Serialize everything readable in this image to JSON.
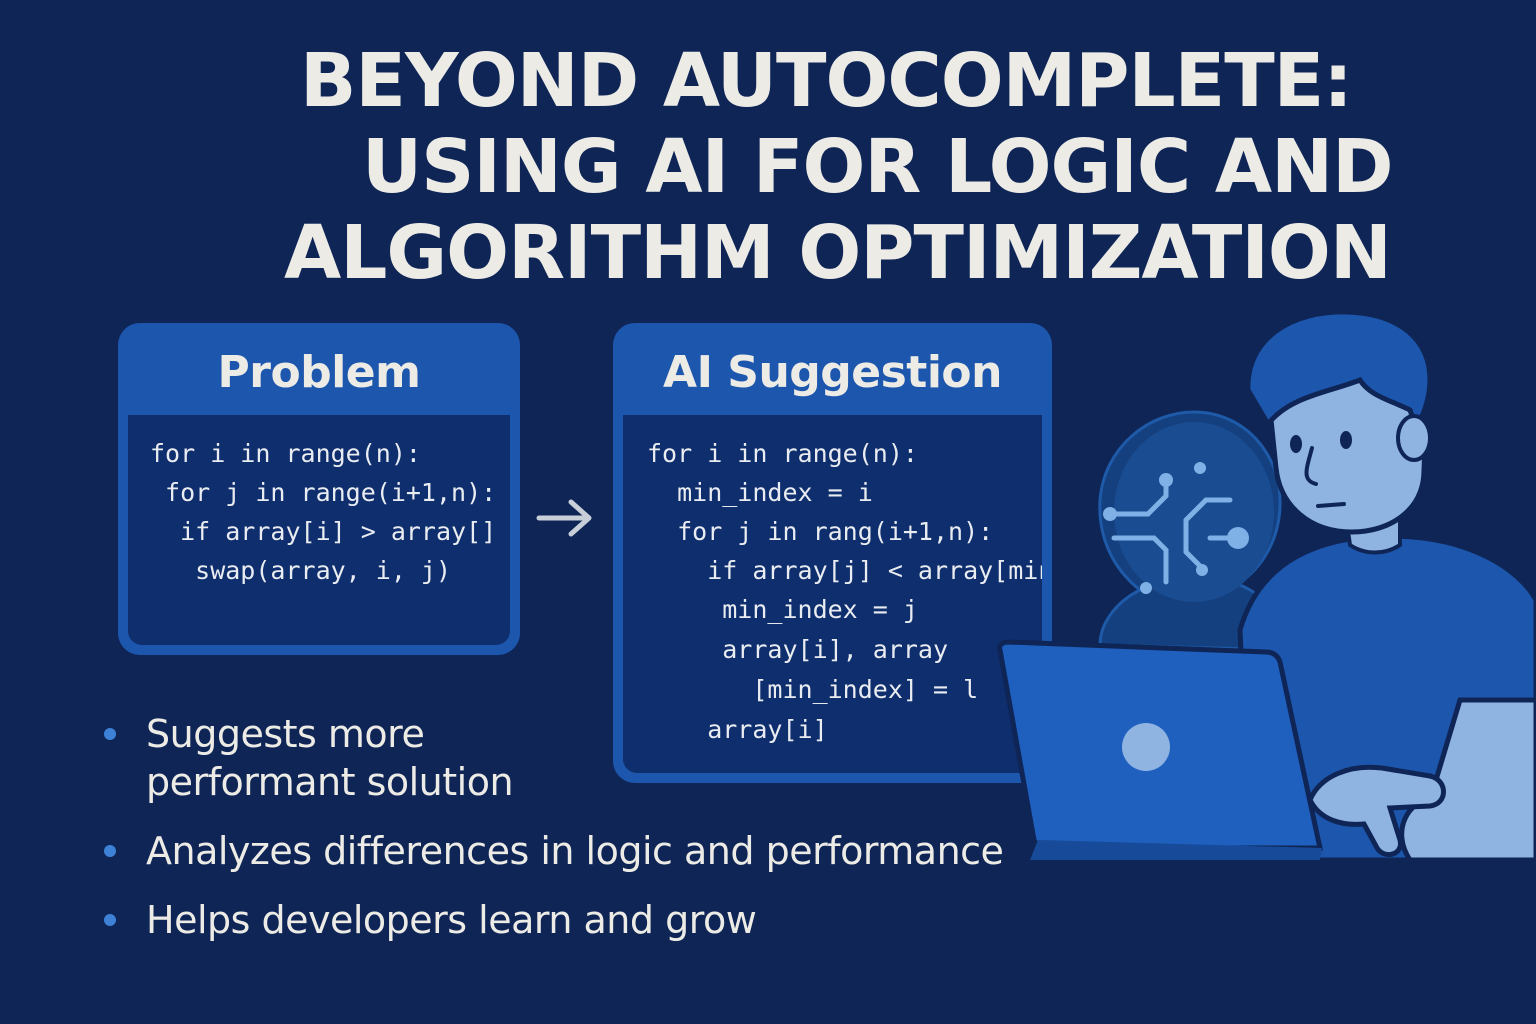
{
  "title": {
    "line1": "BEYOND AUTOCOMPLETE:",
    "line2": "USING AI FOR LOGIC AND",
    "line3": "ALGORITHM OPTIMIZATION"
  },
  "problem_card": {
    "heading": "Problem",
    "code": [
      "for i in range(n):",
      " for j in range(i+1,n):",
      "  if array[i] > array[]",
      "   swap(array, i, j)"
    ]
  },
  "ai_card": {
    "heading": "AI Suggestion",
    "code": [
      "for i in range(n):",
      "  min_index = i",
      "  for j in rang(i+1,n):",
      "    if array[j] < array[min_",
      "     min_index = j",
      "     array[i], array",
      "       [min_index] = l",
      "    array[i]"
    ]
  },
  "bullets": [
    {
      "line1": "Suggests more",
      "line2": "performant solution"
    },
    {
      "line1": "Analyzes differences in logic and performance"
    },
    {
      "line1": "Helps developers learn and grow"
    }
  ],
  "icons": {
    "arrow": "arrow-right-icon",
    "ai_head": "ai-circuit-head-icon",
    "developer": "developer-person-icon",
    "laptop": "laptop-icon"
  },
  "colors": {
    "background": "#0e2556",
    "card": "#1d56ad",
    "code_panel": "#0f2e6e",
    "text": "#ecebe6",
    "bullet": "#3d82d6",
    "figure_light": "#8fb4e2"
  }
}
